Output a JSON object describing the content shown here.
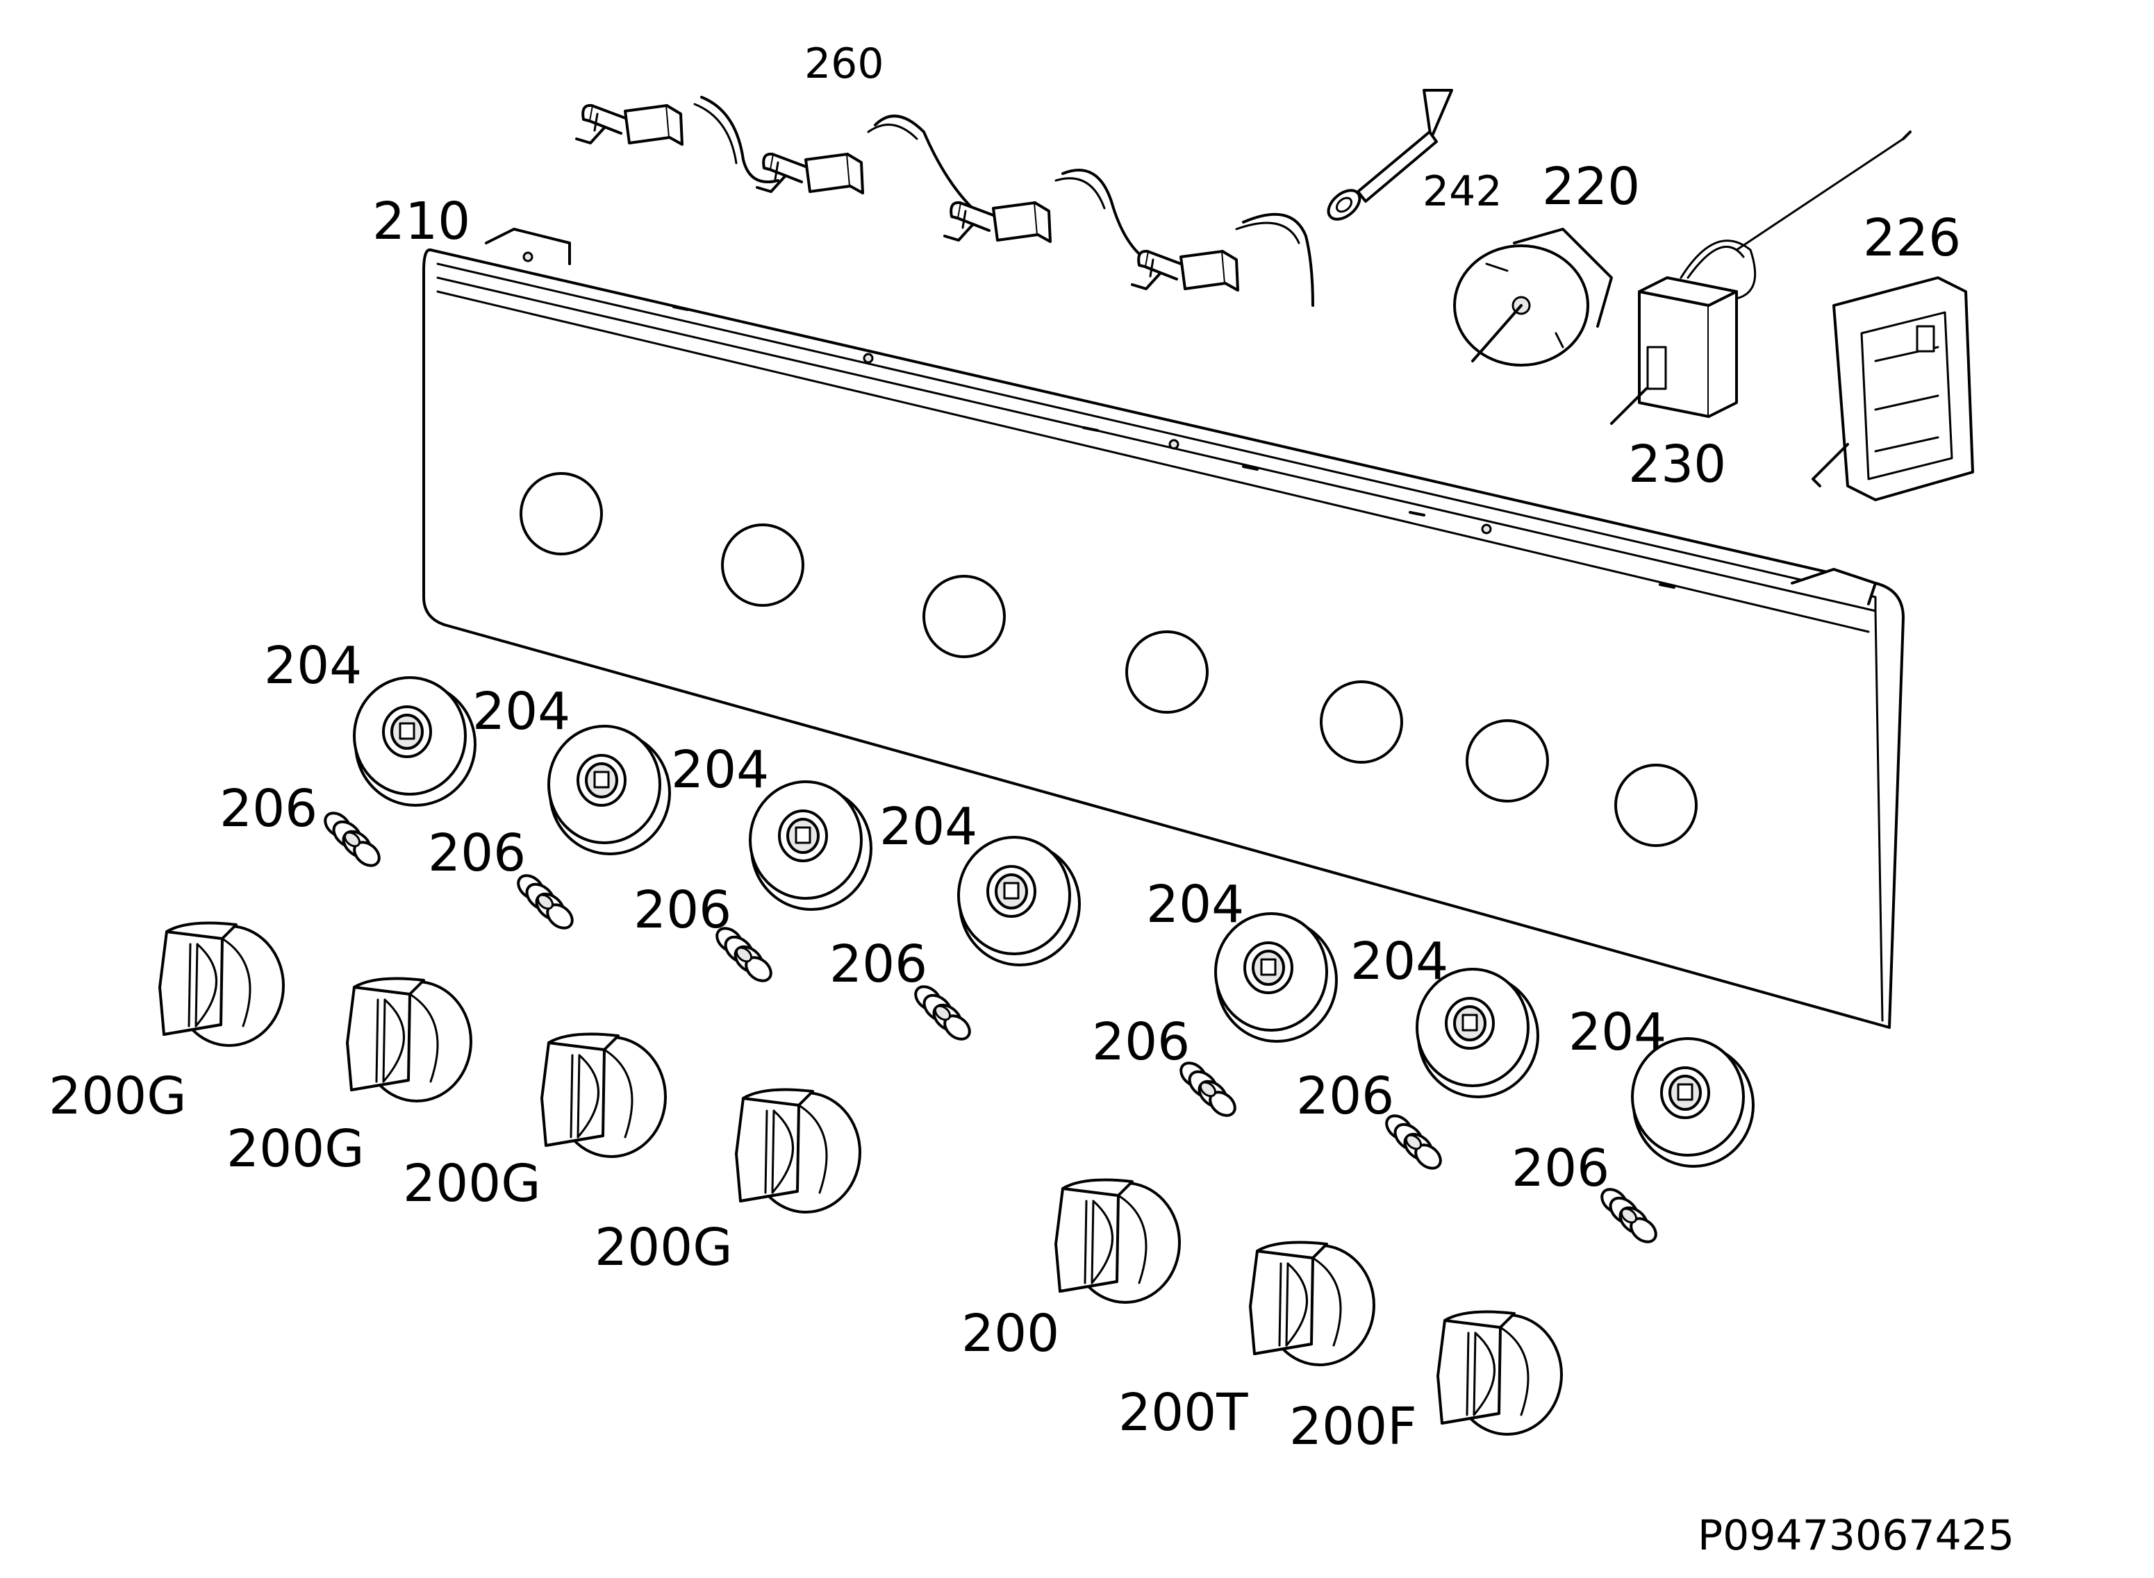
{
  "drawing_id": "P09473067425",
  "callouts": {
    "c260": "260",
    "c242": "242",
    "c220": "220",
    "c226": "226",
    "c210": "210",
    "c230": "230",
    "ring1": "204",
    "ring2": "204",
    "ring3": "204",
    "ring4": "204",
    "ring5": "204",
    "ring6": "204",
    "ring7": "204",
    "spring1": "206",
    "spring2": "206",
    "spring3": "206",
    "spring4": "206",
    "spring5": "206",
    "spring6": "206",
    "spring7": "206",
    "knob1": "200G",
    "knob2": "200G",
    "knob3": "200G",
    "knob4": "200G",
    "knob5": "200",
    "knob6": "200T",
    "knob7": "200F"
  }
}
